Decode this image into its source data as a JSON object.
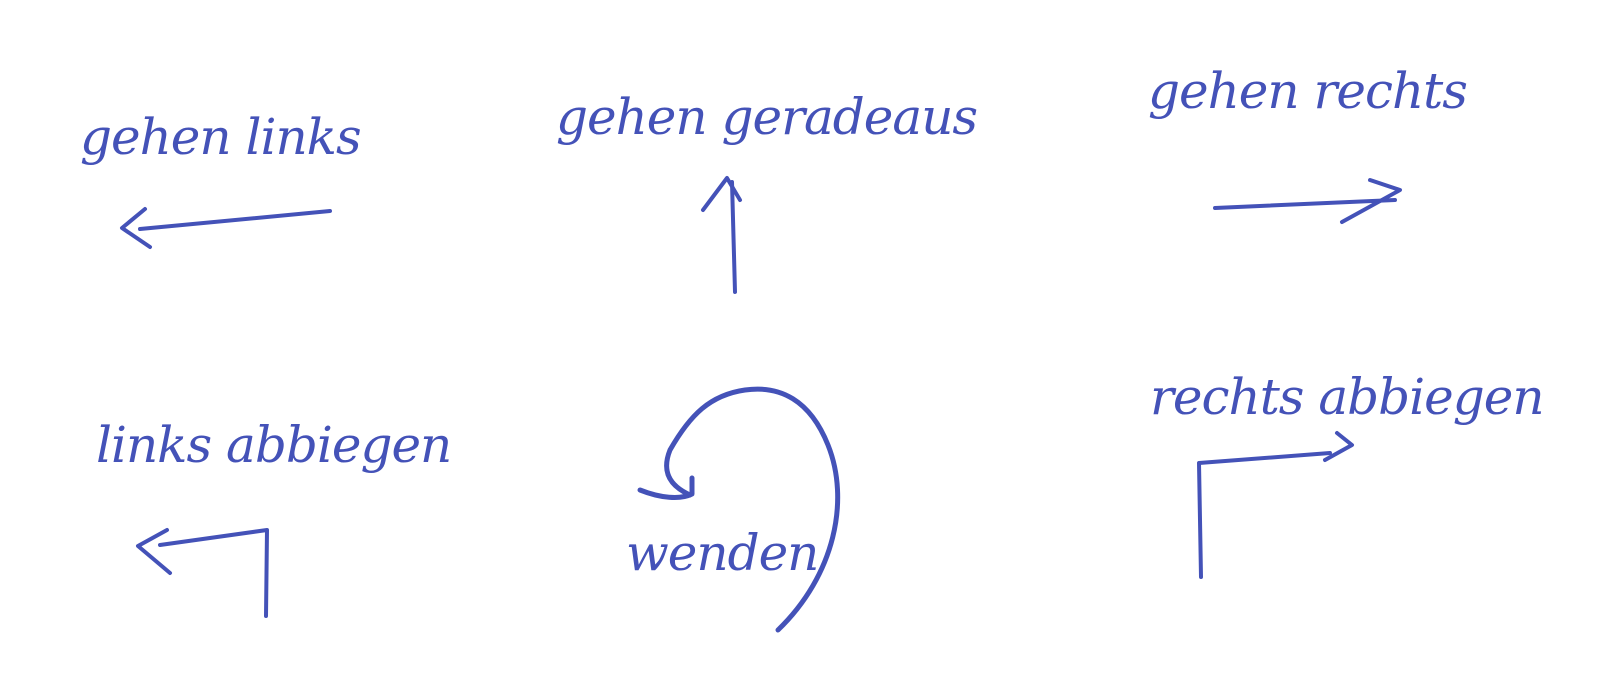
{
  "ink_color": "#4452b8",
  "cards": [
    {
      "id": "go-left",
      "label": "gehen links",
      "arrow": "left-arrow-icon"
    },
    {
      "id": "go-straight",
      "label": "gehen geradeaus",
      "arrow": "up-arrow-icon"
    },
    {
      "id": "go-right",
      "label": "gehen rechts",
      "arrow": "right-arrow-icon"
    },
    {
      "id": "turn-left",
      "label": "links abbiegen",
      "arrow": "turn-left-arrow-icon"
    },
    {
      "id": "u-turn",
      "label": "wenden",
      "arrow": "u-turn-arrow-icon"
    },
    {
      "id": "turn-right",
      "label": "rechts abbiegen",
      "arrow": "turn-right-arrow-icon"
    }
  ]
}
